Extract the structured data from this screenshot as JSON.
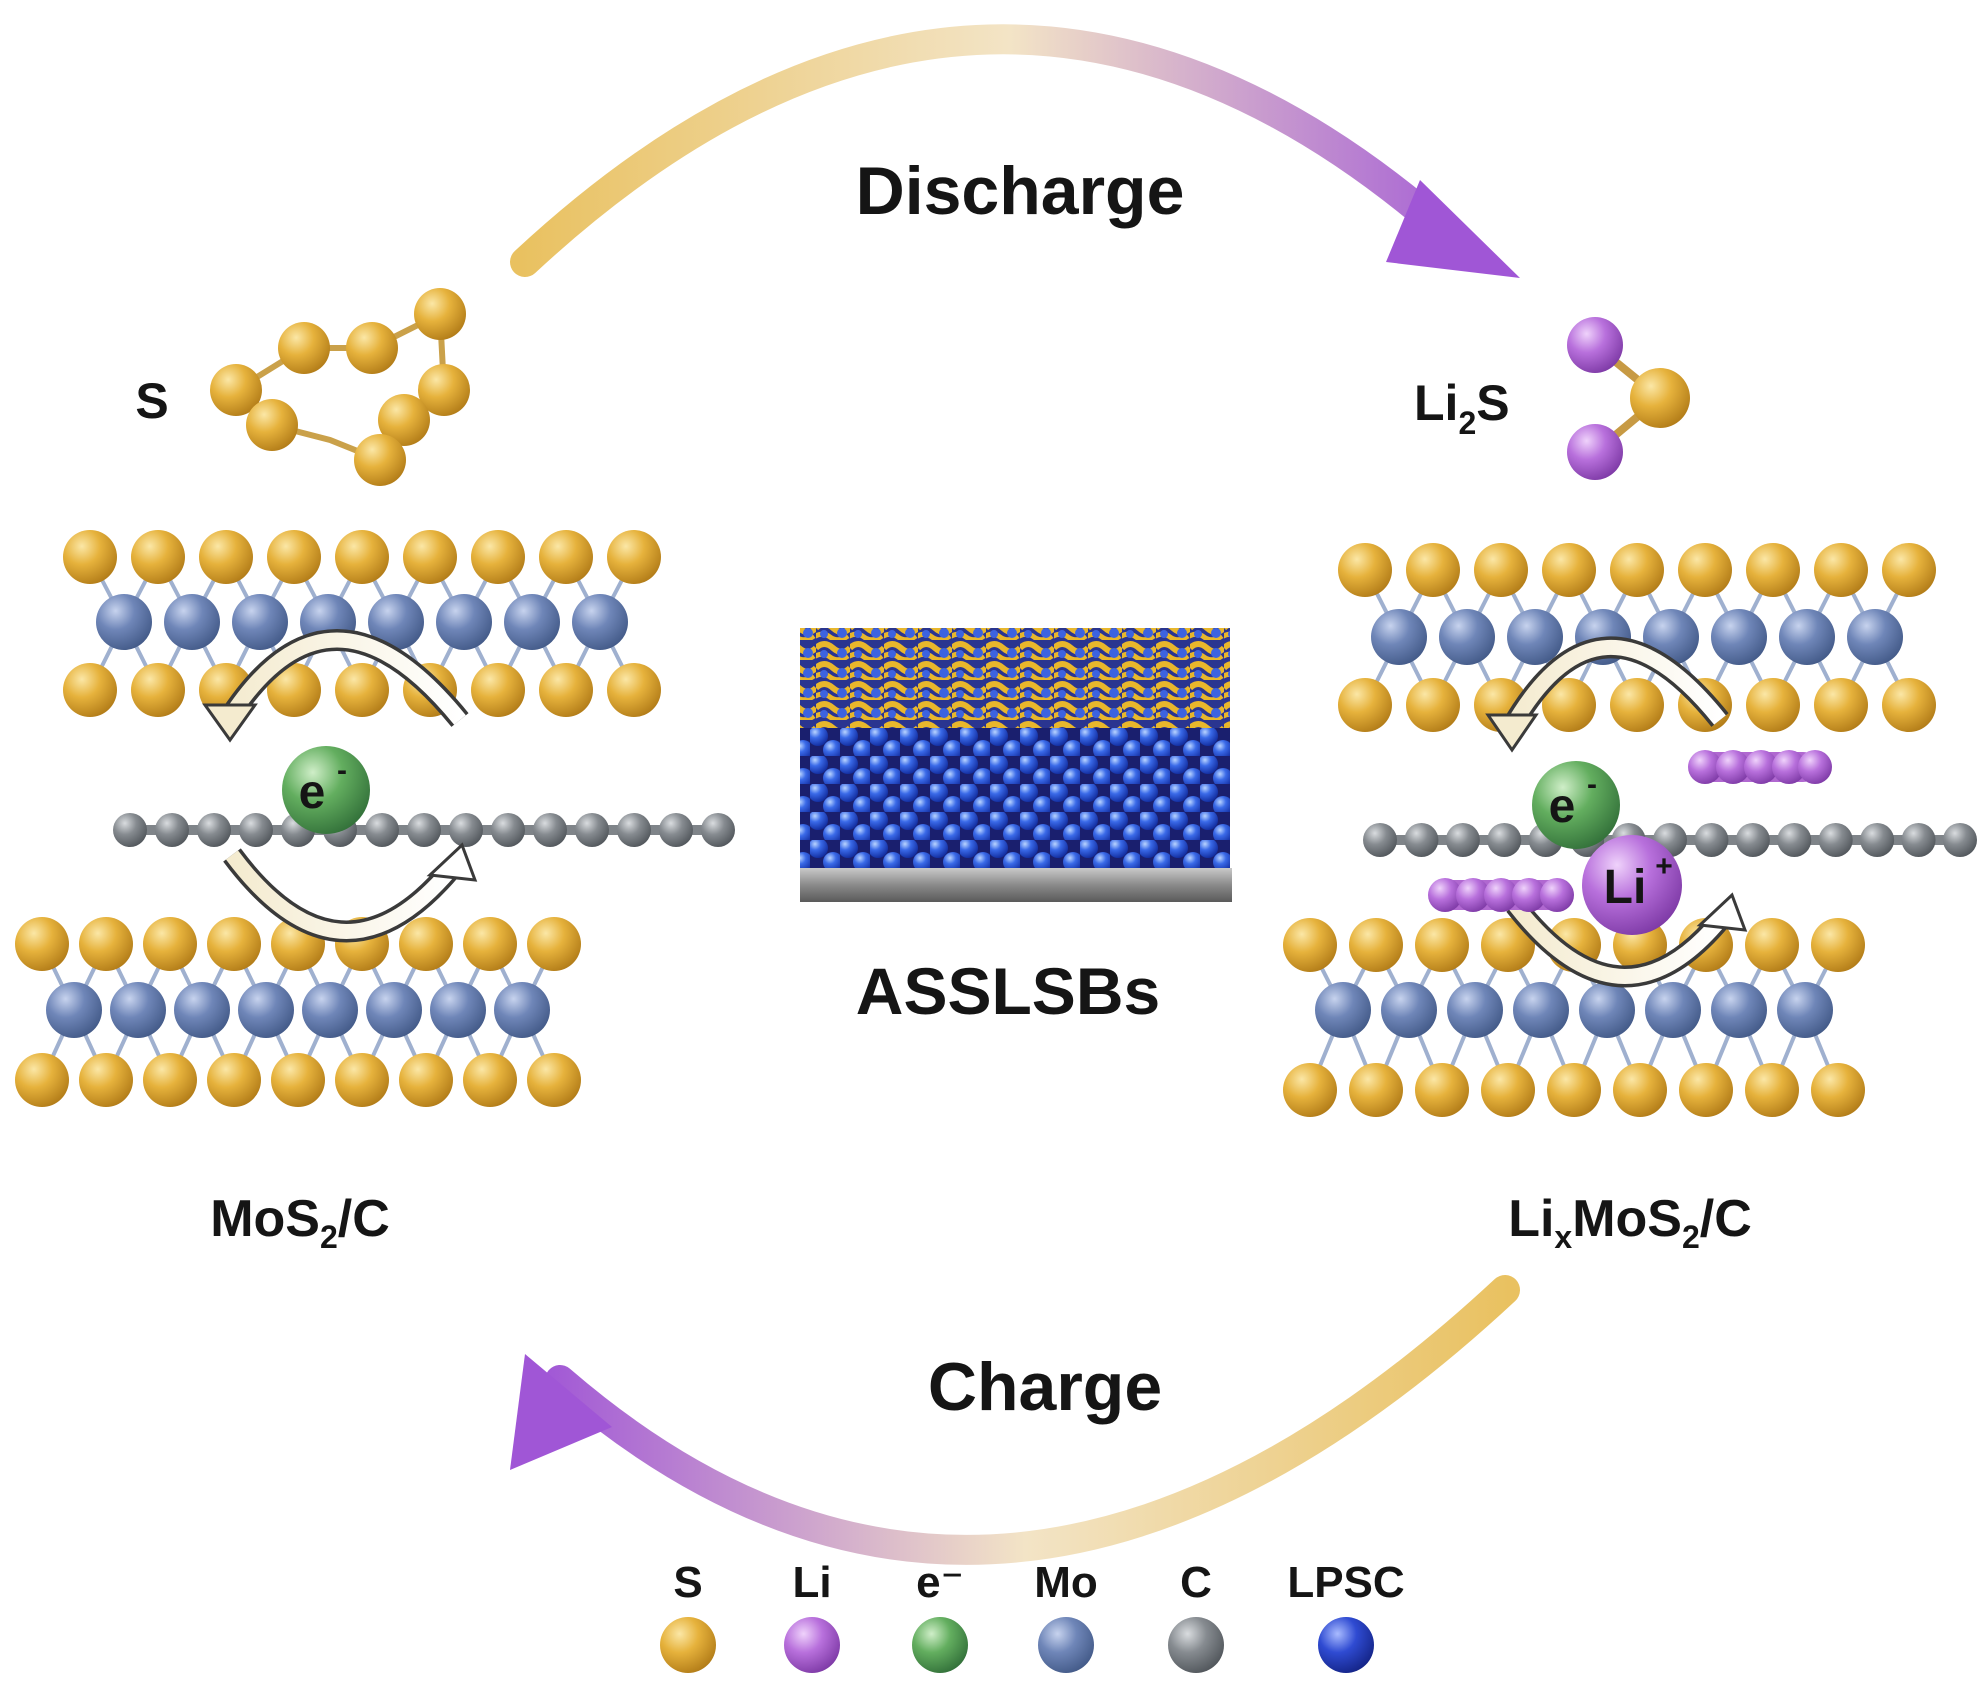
{
  "process": {
    "discharge_label": "Discharge",
    "charge_label": "Charge"
  },
  "center": {
    "label": "ASSLSBs"
  },
  "left_state": {
    "sulfur_label": "S",
    "material_label": {
      "main": "MoS",
      "sub": "2",
      "tail": "/C"
    },
    "electron_label": {
      "main": "e",
      "sup": "-"
    }
  },
  "right_state": {
    "product_label": {
      "main": "Li",
      "sub": "2",
      "tail": "S"
    },
    "material_label": {
      "pre": "Li",
      "sub1": "x",
      "mid": "MoS",
      "sub2": "2",
      "tail": "/C"
    },
    "electron_label": {
      "main": "e",
      "sup": "-"
    },
    "ion_label": {
      "main": "Li",
      "sup": "+"
    }
  },
  "legend": {
    "items": [
      {
        "label": "S",
        "color": "#e0a82b"
      },
      {
        "label": "Li",
        "color": "#b068d0"
      },
      {
        "label": "e⁻",
        "color": "#5aa45a"
      },
      {
        "label": "Mo",
        "color": "#6a82b4"
      },
      {
        "label": "C",
        "color": "#7f8489"
      },
      {
        "label": "LPSC",
        "color": "#2b43c8"
      }
    ]
  },
  "colors": {
    "sulfur": "#e0a82b",
    "lithium": "#b068d0",
    "electron": "#5aa45a",
    "molybdenum": "#6a82b4",
    "carbon": "#7f8489",
    "lpsc": "#2b43c8",
    "arrow_gold": "#e8c268",
    "arrow_purple": "#a05ad6"
  }
}
